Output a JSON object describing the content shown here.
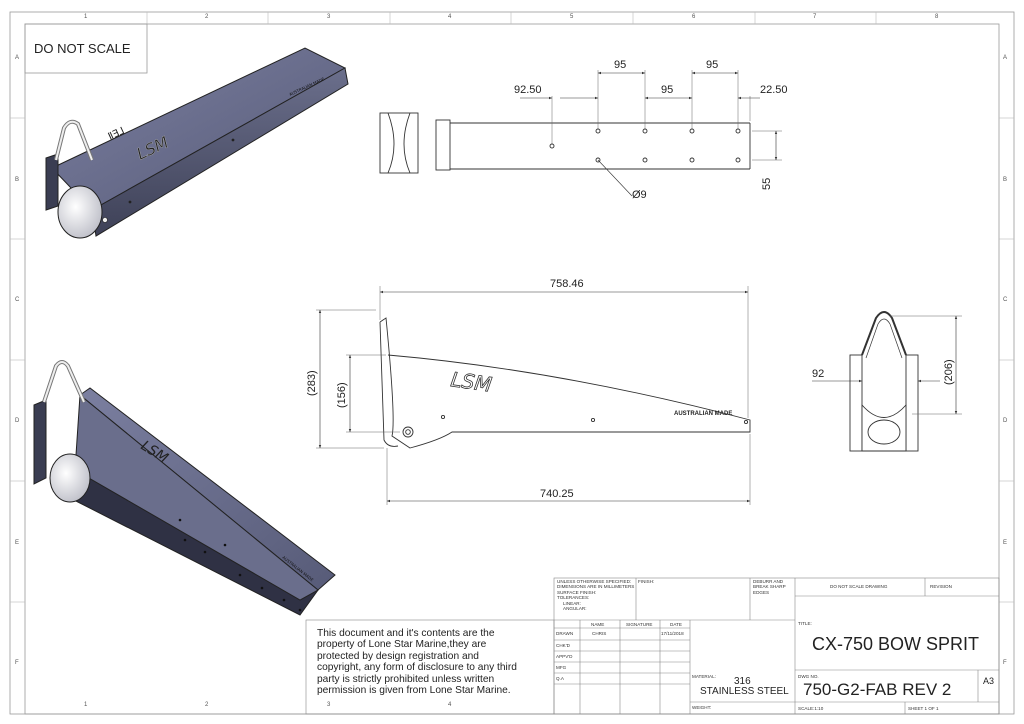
{
  "sheet": {
    "do_not_scale": "DO NOT SCALE",
    "zones_cols": [
      "1",
      "2",
      "3",
      "4",
      "5",
      "6",
      "7",
      "8"
    ],
    "zones_rows": [
      "A",
      "B",
      "C",
      "D",
      "E",
      "F"
    ]
  },
  "top_view": {
    "dim_92_50": "92.50",
    "dim_95_a": "95",
    "dim_95_b": "95",
    "dim_95_c": "95",
    "dim_22_50": "22.50",
    "dim_55": "55",
    "dim_hole": "Ø9"
  },
  "side_view": {
    "dim_overall": "758.46",
    "dim_base": "740.25",
    "dim_height": "(283)",
    "dim_plate": "(156)",
    "engraving_logo": "LSM",
    "engraving_text": "AUSTRALIAN MADE"
  },
  "end_view": {
    "dim_width": "92",
    "dim_height": "(206)"
  },
  "notice": {
    "lines": [
      "This document and it's contents are the",
      "property of Lone Star Marine,they are",
      "protected by design registration and",
      "copyright, any form of disclosure to any third",
      "party is strictly prohibited unless written",
      "permission is given from Lone Star Marine."
    ]
  },
  "title_block": {
    "unless": "UNLESS OTHERWISE SPECIFIED:",
    "dims_mm": "DIMENSIONS ARE IN MILLIMETERS",
    "surface": "SURFACE FINISH:",
    "tolerances": "TOLERANCES:",
    "linear": "LINEAR:",
    "angular": "ANGULAR:",
    "finish": "FINISH:",
    "deburr": "DEBURR AND",
    "break": "BREAK SHARP",
    "edges": "EDGES",
    "dns_drawing": "DO NOT SCALE DRAWING",
    "revision": "REVISION",
    "name_hdr": "NAME",
    "sig_hdr": "SIGNATURE",
    "date_hdr": "DATE",
    "drawn": "DRAWN",
    "drawn_name": "CHRIS",
    "drawn_date": "17/11/2018",
    "chkd": "CHK'D",
    "appvd": "APPV'D",
    "mfg": "MFG",
    "qa": "Q.A",
    "material_lbl": "MATERIAL:",
    "material_grade": "316",
    "material_name": "STAINLESS STEEL",
    "weight_lbl": "WEIGHT:",
    "title_lbl": "TITLE:",
    "title": "CX-750 BOW SPRIT",
    "dwg_lbl": "DWG NO.",
    "dwg_no": "750-G2-FAB REV 2",
    "size": "A3",
    "scale": "SCALE:1:10",
    "sheet_no": "SHEET 1 OF 1"
  }
}
